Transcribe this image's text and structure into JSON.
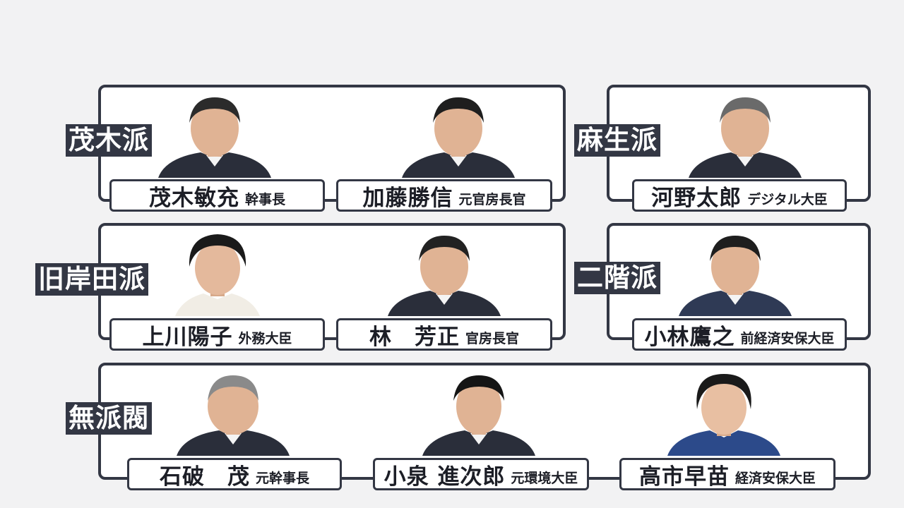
{
  "groups": [
    {
      "faction": "茂木派",
      "members": [
        {
          "name": "茂木敏充",
          "title": "幹事長"
        },
        {
          "name": "加藤勝信",
          "title": "元官房長官"
        }
      ]
    },
    {
      "faction": "麻生派",
      "members": [
        {
          "name": "河野太郎",
          "title": "デジタル大臣"
        }
      ]
    },
    {
      "faction": "旧岸田派",
      "members": [
        {
          "name": "上川陽子",
          "title": "外務大臣"
        },
        {
          "name": "林　芳正",
          "title": "官房長官"
        }
      ]
    },
    {
      "faction": "二階派",
      "members": [
        {
          "name": "小林鷹之",
          "title": "前経済安保大臣"
        }
      ]
    },
    {
      "faction": "無派閥",
      "members": [
        {
          "name": "石破　茂",
          "title": "元幹事長"
        },
        {
          "name": "小泉 進次郎",
          "title": "元環境大臣"
        },
        {
          "name": "高市早苗",
          "title": "経済安保大臣"
        }
      ]
    }
  ],
  "colors": {
    "frame": "#333744",
    "background": "#f2f2f3",
    "panel": "#ffffff"
  },
  "icons": [
    "person-portrait-icon"
  ]
}
